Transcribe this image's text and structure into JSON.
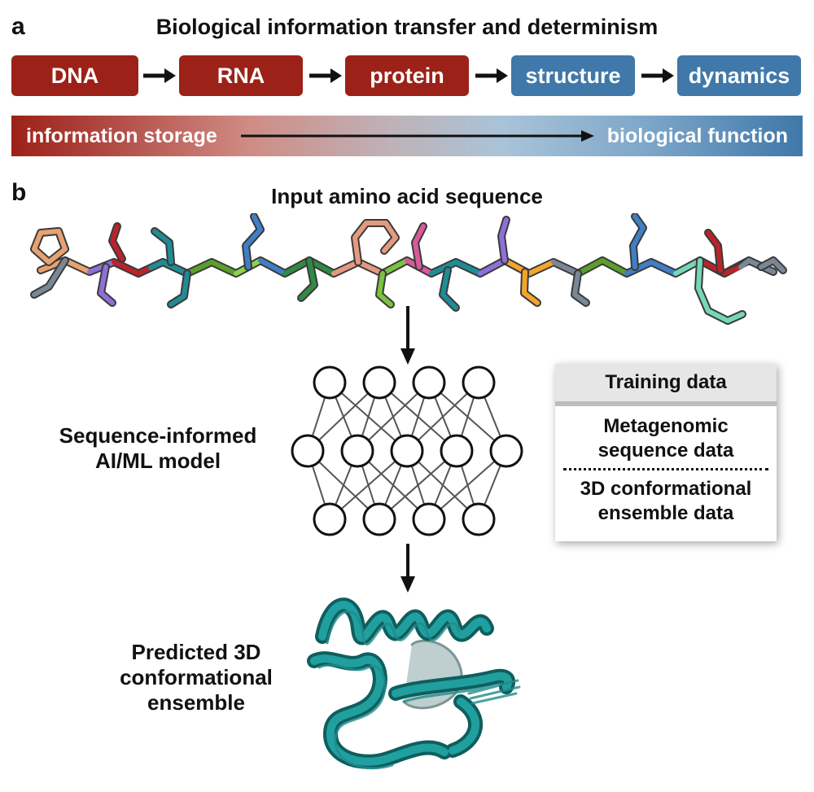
{
  "panel_a": {
    "letter": "a",
    "title": "Biological information transfer and determinism",
    "flow": [
      {
        "label": "DNA",
        "color": "#9c2118"
      },
      {
        "label": "RNA",
        "color": "#9c2118"
      },
      {
        "label": "protein",
        "color": "#9c2118"
      },
      {
        "label": "structure",
        "color": "#3f78a9"
      },
      {
        "label": "dynamics",
        "color": "#3f78a9"
      }
    ],
    "gradient": {
      "left_label": "information storage",
      "right_label": "biological function"
    }
  },
  "panel_b": {
    "letter": "b",
    "sequence_title": "Input amino acid sequence",
    "model_label_line1": "Sequence-informed",
    "model_label_line2": "AI/ML model",
    "training": {
      "header": "Training data",
      "item1_line1": "Metagenomic",
      "item1_line2": "sequence data",
      "item2_line1": "3D conformational",
      "item2_line2": "ensemble data"
    },
    "ensemble_label_line1": "Predicted 3D",
    "ensemble_label_line2": "conformational",
    "ensemble_label_line3": "ensemble",
    "ensemble_color": "#1f8c8c"
  }
}
